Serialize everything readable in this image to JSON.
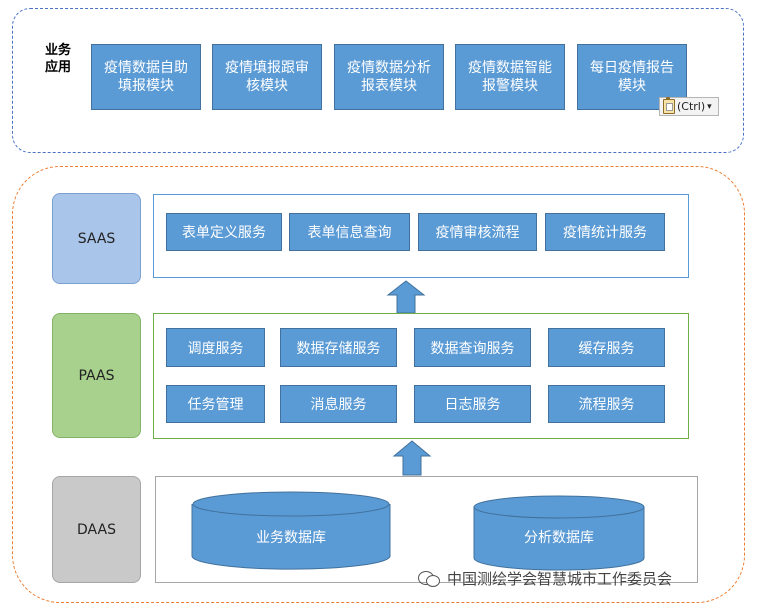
{
  "business": {
    "label": "业务应用",
    "modules": [
      "疫情数据自助填报模块",
      "疫情填报跟审核模块",
      "疫情数据分析报表模块",
      "疫情数据智能报警模块",
      "每日疫情报告模块"
    ]
  },
  "ctrl_tag": {
    "label": "(Ctrl)",
    "arrow": "▾"
  },
  "layers": {
    "saas": {
      "label": "SAAS",
      "services": [
        "表单定义服务",
        "表单信息查询",
        "疫情审核流程",
        "疫情统计服务"
      ]
    },
    "paas": {
      "label": "PAAS",
      "services_row1": [
        "调度服务",
        "数据存储服务",
        "数据查询服务",
        "缓存服务"
      ],
      "services_row2": [
        "任务管理",
        "消息服务",
        "日志服务",
        "流程服务"
      ]
    },
    "daas": {
      "label": "DAAS",
      "databases": [
        "业务数据库",
        "分析数据库"
      ]
    }
  },
  "watermark": "中国测绘学会智慧城市工作委员会",
  "colors": {
    "service_fill": "#5b9bd5",
    "saas_tab": "#a9c5e9",
    "paas_tab": "#a9d18e",
    "daas_tab": "#c9c9c9",
    "business_border": "#4a72c4",
    "platform_border": "#ed7d31"
  }
}
